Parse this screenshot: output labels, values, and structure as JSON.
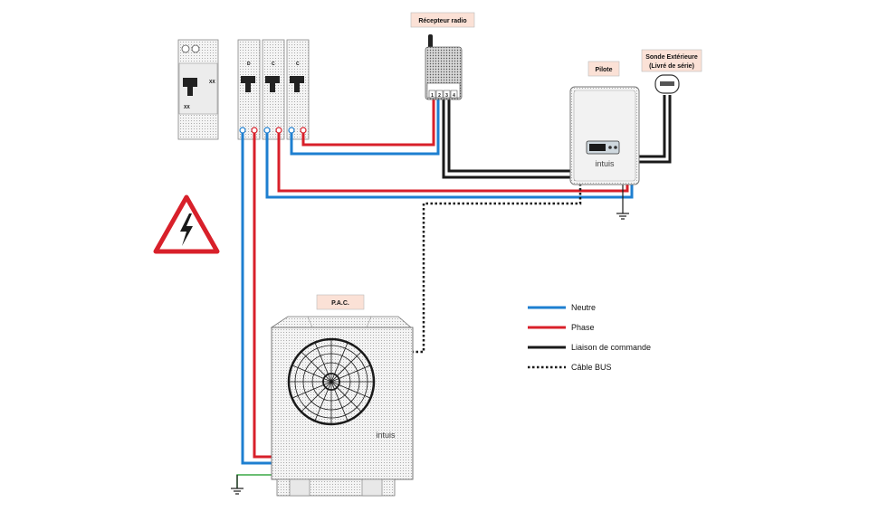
{
  "labels": {
    "recepteur": "Récepteur radio",
    "pilote": "Pilote",
    "sonde_line1": "Sonde Extérieure",
    "sonde_line2": "(Livré de série)",
    "pac": "P.A.C."
  },
  "breaker_marks": {
    "main": "XX",
    "main_side": "XX",
    "b1": "D",
    "b2": "C",
    "b3": "C"
  },
  "receiver_terminals": [
    "1",
    "2",
    "3",
    "4"
  ],
  "brand": "intuis",
  "legend": [
    {
      "label": "Neutre",
      "color": "#1e7fd0",
      "style": "solid"
    },
    {
      "label": "Phase",
      "color": "#d8202a",
      "style": "solid"
    },
    {
      "label": "Liaison de commande",
      "color": "#1a1a1a",
      "style": "solid"
    },
    {
      "label": "Câble BUS",
      "color": "#1a1a1a",
      "style": "dotted"
    }
  ],
  "colors": {
    "neutral": "#1e7fd0",
    "phase": "#d8202a",
    "control": "#1a1a1a",
    "earth": "#3aa845",
    "label_bg": "#fbe1d6",
    "warning": "#d8202a"
  },
  "icons": [
    "warning-electric-icon",
    "ground-icon",
    "fan-icon",
    "antenna-icon"
  ]
}
